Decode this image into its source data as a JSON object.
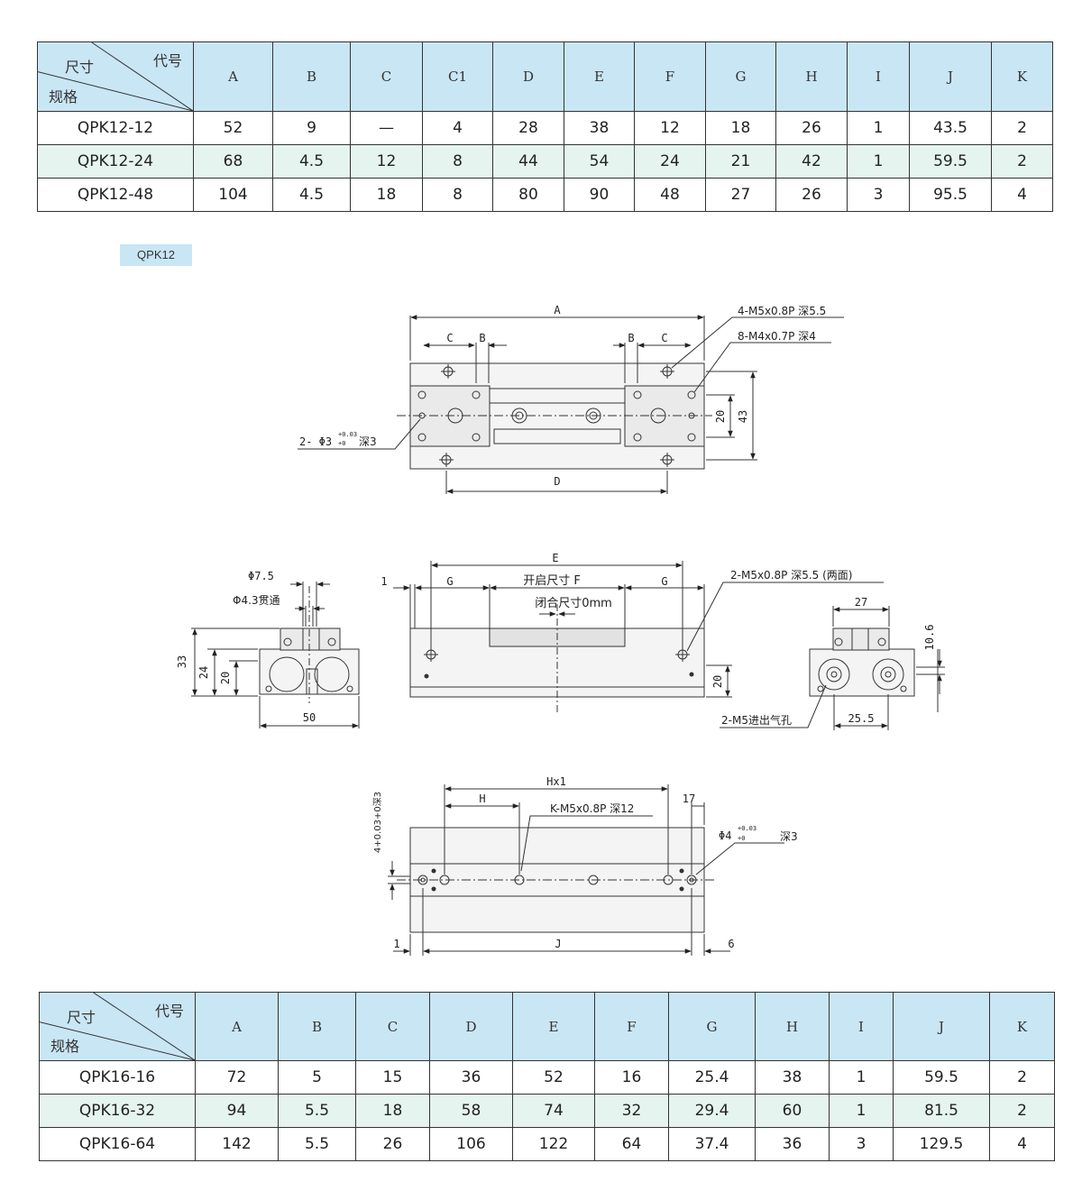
{
  "corner": {
    "code": "代号",
    "dimension": "尺寸",
    "spec": "规格"
  },
  "table1": {
    "headers": [
      "A",
      "B",
      "C",
      "C1",
      "D",
      "E",
      "F",
      "G",
      "H",
      "I",
      "J",
      "K"
    ],
    "rows": [
      [
        "QPK12-12",
        "52",
        "9",
        "—",
        "4",
        "28",
        "38",
        "12",
        "18",
        "26",
        "1",
        "43.5",
        "2"
      ],
      [
        "QPK12-24",
        "68",
        "4.5",
        "12",
        "8",
        "44",
        "54",
        "24",
        "21",
        "42",
        "1",
        "59.5",
        "2"
      ],
      [
        "QPK12-48",
        "104",
        "4.5",
        "18",
        "8",
        "80",
        "90",
        "48",
        "27",
        "26",
        "3",
        "95.5",
        "4"
      ]
    ]
  },
  "model_tag": "QPK12",
  "drawing": {
    "top": {
      "A": "A",
      "C_left": "C",
      "B_left": "B",
      "B_right": "B",
      "C_right": "C",
      "D": "D",
      "h20": "20",
      "h43": "43",
      "note1": "4-M5x0.8P 深5.5",
      "note2": "8-M4x0.7P 深4",
      "note3_a": "2- Φ3",
      "note3_tol_hi": "+0.03",
      "note3_tol_lo": "+0",
      "note3_b": "深3"
    },
    "side": {
      "d75": "Φ7.5",
      "d43": "Φ4.3贯通",
      "h33": "33",
      "h24": "24",
      "h20": "20",
      "w50": "50"
    },
    "front": {
      "E": "E",
      "one": "1",
      "G_left": "G",
      "G_right": "G",
      "open": "开启尺寸 F",
      "closed": "闭合尺寸0mm",
      "note": "2-M5x0.8P 深5.5 (两面)",
      "h20": "20"
    },
    "right": {
      "w27": "27",
      "h106": "10.6",
      "w255": "25.5",
      "port": "2-M5进出气孔"
    },
    "bottom": {
      "Hx1": "Hx1",
      "H": "H",
      "note": "K-M5x0.8P 深12",
      "w17": "17",
      "pin_a": "Φ4",
      "pin_tol_hi": "+0.03",
      "pin_tol_lo": "+0",
      "pin_b": "深3",
      "vert_note": "4+0.03+0深3",
      "one": "1",
      "J": "J",
      "six": "6"
    }
  },
  "table2": {
    "headers": [
      "A",
      "B",
      "C",
      "D",
      "E",
      "F",
      "G",
      "H",
      "I",
      "J",
      "K"
    ],
    "rows": [
      [
        "QPK16-16",
        "72",
        "5",
        "15",
        "36",
        "52",
        "16",
        "25.4",
        "38",
        "1",
        "59.5",
        "2"
      ],
      [
        "QPK16-32",
        "94",
        "5.5",
        "18",
        "58",
        "74",
        "32",
        "29.4",
        "60",
        "1",
        "81.5",
        "2"
      ],
      [
        "QPK16-64",
        "142",
        "5.5",
        "26",
        "106",
        "122",
        "64",
        "37.4",
        "36",
        "3",
        "129.5",
        "4"
      ]
    ]
  }
}
